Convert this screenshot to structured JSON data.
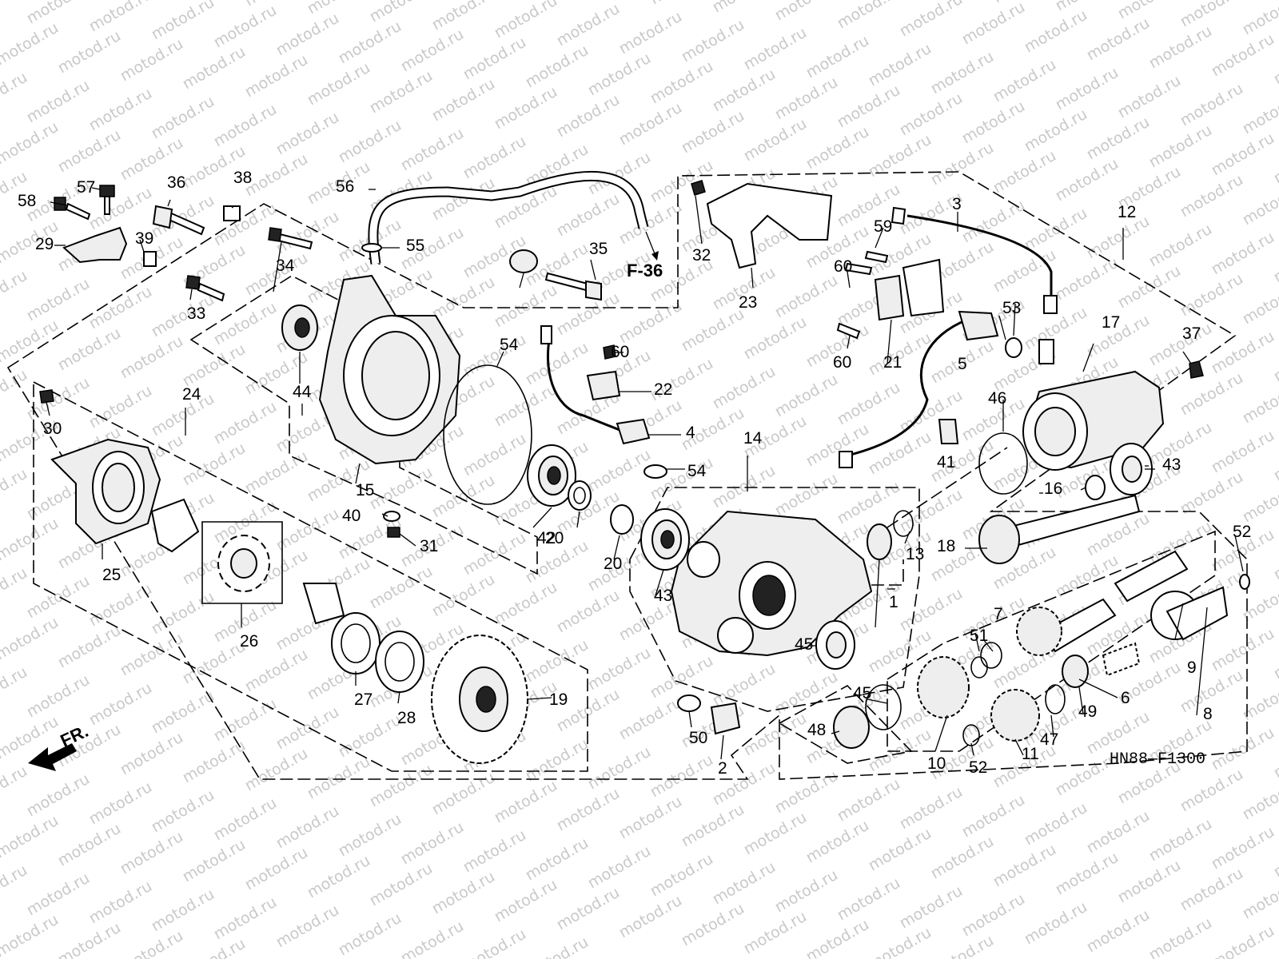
{
  "watermark": "motod.ru",
  "diagram_code": "HN88—F1300",
  "front_marker": "FR.",
  "reference": "F-36",
  "callouts": [
    "1",
    "2",
    "3",
    "4",
    "5",
    "6",
    "7",
    "8",
    "9",
    "10",
    "11",
    "12",
    "13",
    "14",
    "15",
    "16",
    "17",
    "18",
    "19",
    "20",
    "20",
    "21",
    "22",
    "23",
    "24",
    "25",
    "26",
    "27",
    "28",
    "29",
    "30",
    "31",
    "32",
    "33",
    "34",
    "35",
    "36",
    "37",
    "38",
    "39",
    "40",
    "41",
    "42",
    "43",
    "43",
    "44",
    "45",
    "45",
    "46",
    "47",
    "48",
    "49",
    "50",
    "51",
    "52",
    "52",
    "53",
    "54",
    "54",
    "55",
    "56",
    "57",
    "58",
    "59",
    "60",
    "60",
    "60",
    "60"
  ]
}
